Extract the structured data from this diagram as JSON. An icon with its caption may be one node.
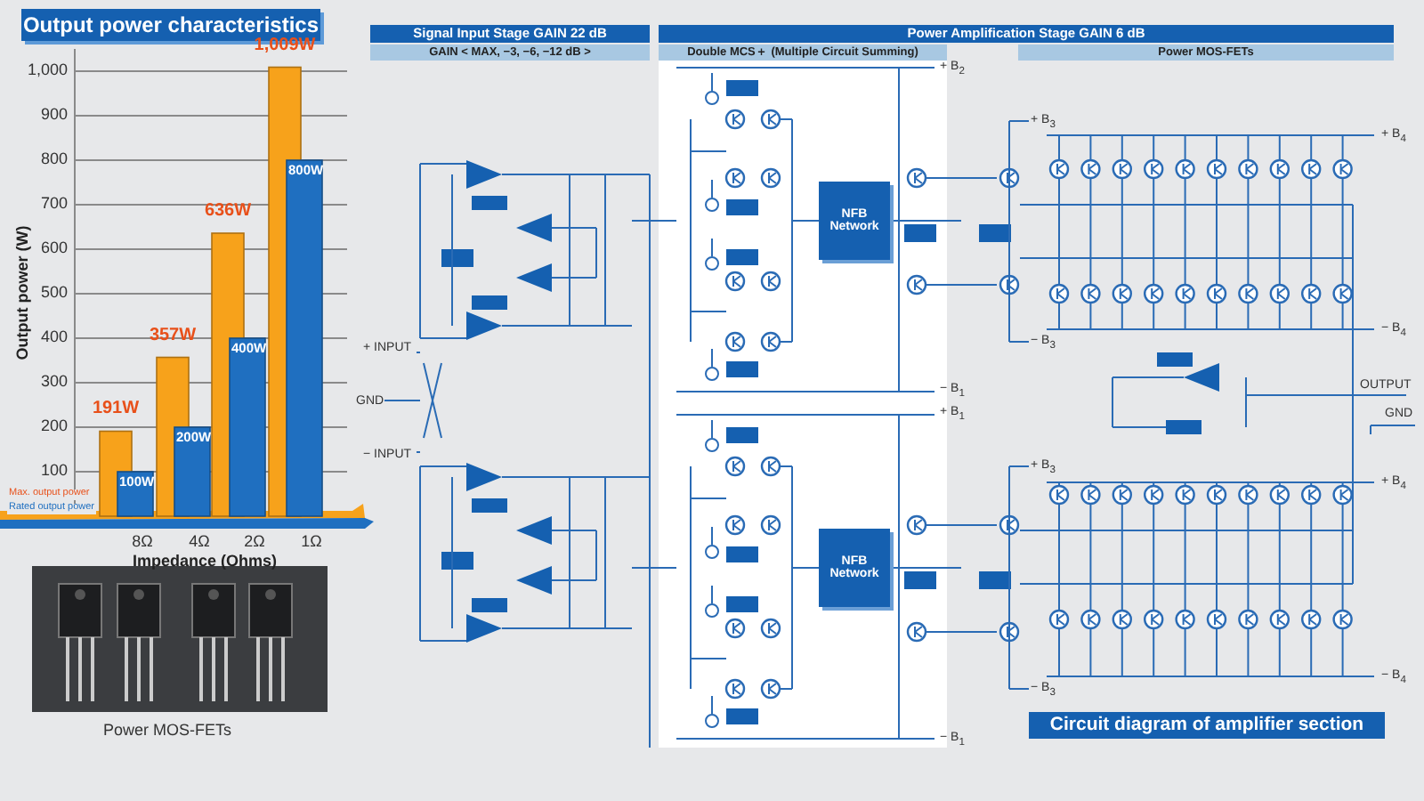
{
  "diagram": {
    "caption": "Circuit diagram of amplifier section",
    "nodes": [
      {
        "text": [
          "Signal Input Stage GAIN 22 dB"
        ]
      },
      {
        "text": [
          "GAIN < MAX, −3, −6, −12 dB >"
        ]
      },
      {
        "text": [
          "Power Amplification Stage GAIN 6 dB"
        ]
      },
      {
        "text": [
          "Double MCS＋ (Multiple Circuit Summing)"
        ]
      },
      {
        "text": [
          "Power MOS-FETs"
        ]
      },
      {
        "text": [
          "NFB Network"
        ]
      },
      {
        "text": [
          "NFB Network"
        ]
      }
    ],
    "labels": [
      "+ B$_{2}$",
      "+ B$_{3}$",
      "+ B$_{4}$",
      "+ INPUT",
      "− B$_{3}$",
      "− B$_{4}$",
      "OUTPUT",
      "− B$_{1}$",
      "GND",
      "+ B$_{1}$",
      "GND",
      "− INPUT",
      "+ B$_{3}$",
      "+ B$_{4}$",
      "− B$_{3}$",
      "− B$_{4}$",
      "− B$_{1}$",
      "Power MOS-FETs"
    ],
    "chart_data": {
      "type": "bar",
      "title": "Output power characteristics",
      "xlabel": "Impedance (Ohms)",
      "ylabel": "Output power (W)",
      "categories": [
        "8Ω",
        "4Ω",
        "2Ω",
        "1Ω"
      ],
      "series": [
        {
          "name": "Max. output power",
          "color": "#f7a21b",
          "values": [
            191,
            357,
            636,
            1009
          ]
        },
        {
          "name": "Rated output power",
          "color": "#1f6fc0",
          "values": [
            100,
            200,
            400,
            800
          ]
        }
      ],
      "value_labels": [
        [
          "191W",
          "357W",
          "636W",
          "1,009W"
        ],
        [
          "100W",
          "200W",
          "400W",
          "800W"
        ]
      ],
      "ylim": [
        0,
        1050
      ],
      "grid": true,
      "yticks": [
        100,
        200,
        300,
        400,
        500,
        600,
        700,
        800,
        900,
        {
          "value": 1000,
          "label": "1,000"
        }
      ]
    }
  }
}
